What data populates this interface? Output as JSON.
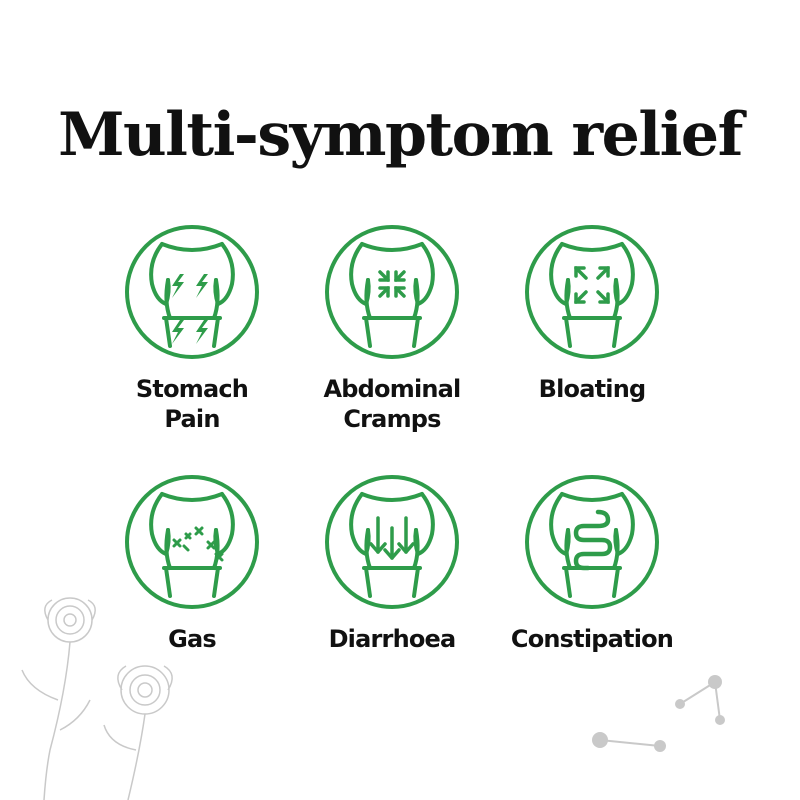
{
  "title": "Multi-symptom relief",
  "colors": {
    "accent": "#2e9c4a",
    "text": "#111111",
    "decor": "#c9c9c9"
  },
  "symptoms": [
    {
      "label": "Stomach\nPain",
      "icon": "lightning-pain-icon"
    },
    {
      "label": "Abdominal\nCramps",
      "icon": "cramp-arrows-inward-icon"
    },
    {
      "label": "Bloating",
      "icon": "expand-arrows-outward-icon"
    },
    {
      "label": "Gas",
      "icon": "gas-sparkles-icon"
    },
    {
      "label": "Diarrhoea",
      "icon": "down-arrows-icon"
    },
    {
      "label": "Constipation",
      "icon": "intestine-icon"
    }
  ]
}
